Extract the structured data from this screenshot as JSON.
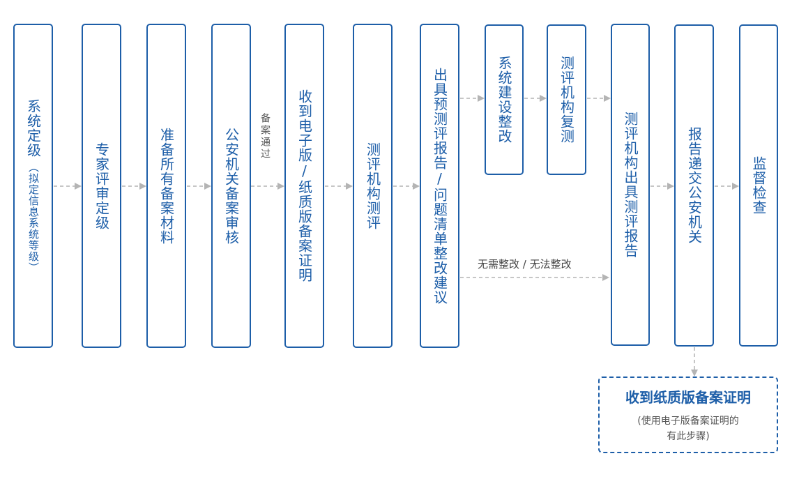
{
  "steps": {
    "s1_main": "系统定级",
    "s1_sub": "（拟定信息系统等级）",
    "s2": "专家评审定级",
    "s3": "准备所有备案材料",
    "s4": "公安机关备案审核",
    "s5": "收到电子版/纸质版备案证明",
    "s6": "测评机构测评",
    "s7": "出具预测评报告/问题清单整改建议",
    "s8": "系统建设整改",
    "s9": "测评机构复测",
    "s10": "测评机构出具测评报告",
    "s11": "报告递交公安机关",
    "s12": "监督检查"
  },
  "labels": {
    "approved": "备案通过",
    "no_rectify": "无需整改 / 无法整改"
  },
  "certificate": {
    "title": "收到纸质版备案证明",
    "note_line1": "(使用电子版备案证明的",
    "note_line2": "有此步骤)"
  },
  "colors": {
    "accent": "#1d5ea8",
    "arrow": "#b4b4b4"
  }
}
